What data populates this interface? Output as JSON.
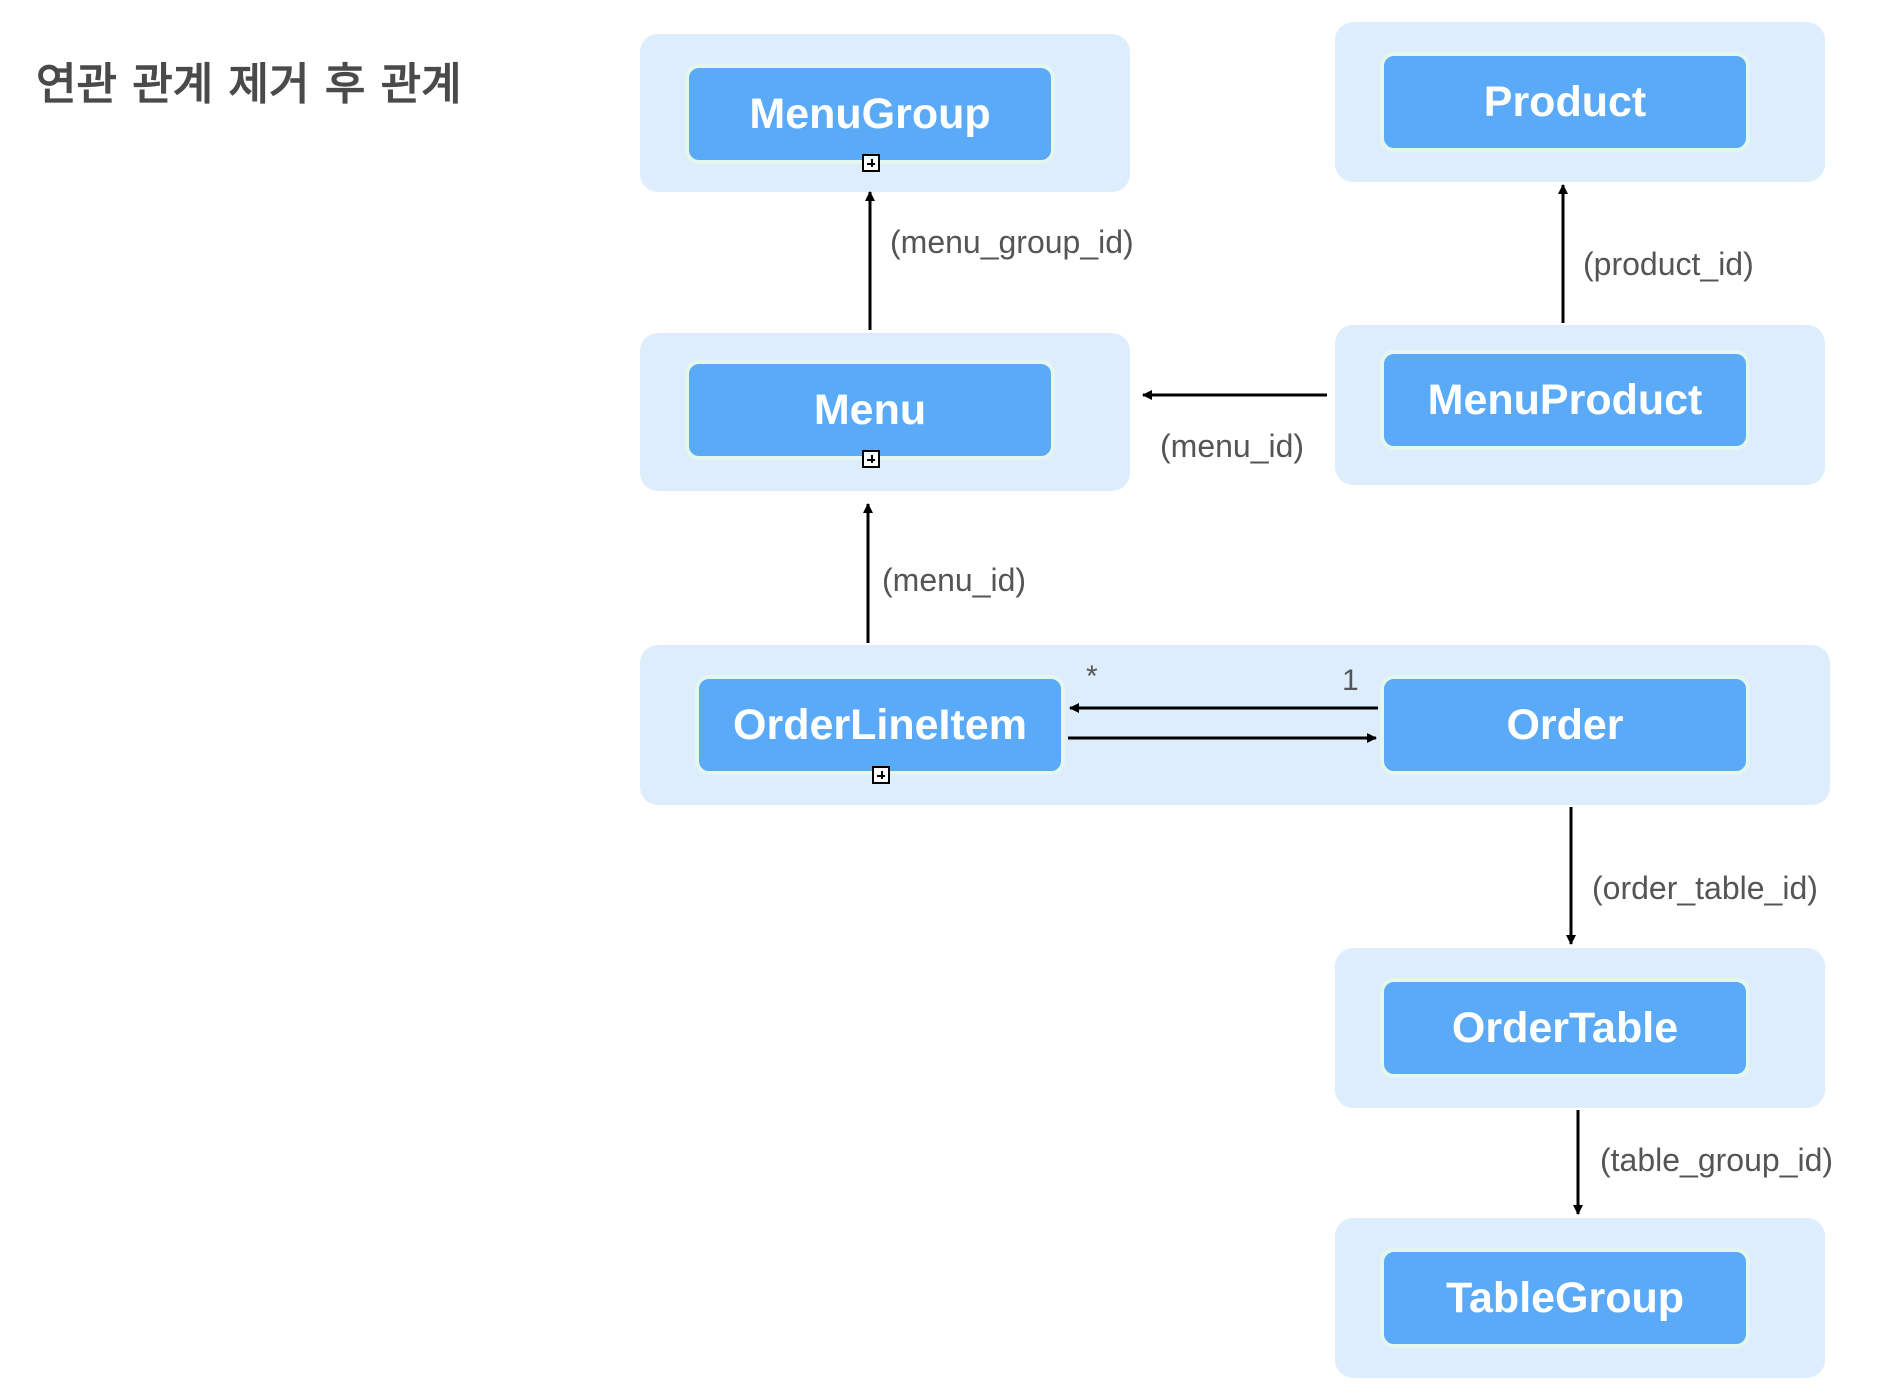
{
  "title": "연관 관계 제거 후 관계",
  "entities": {
    "menu_group": "MenuGroup",
    "product": "Product",
    "menu": "Menu",
    "menu_product": "MenuProduct",
    "order_line_item": "OrderLineItem",
    "order": "Order",
    "order_table": "OrderTable",
    "table_group": "TableGroup"
  },
  "edges": {
    "menu_to_menu_group": "(menu_group_id)",
    "menu_product_to_product": "(product_id)",
    "menu_product_to_menu": "(menu_id)",
    "order_line_item_to_menu": "(menu_id)",
    "order_to_order_table": "(order_table_id)",
    "order_table_to_table_group": "(table_group_id)"
  },
  "multiplicity": {
    "order_line_item_side": "*",
    "order_side": "1"
  }
}
